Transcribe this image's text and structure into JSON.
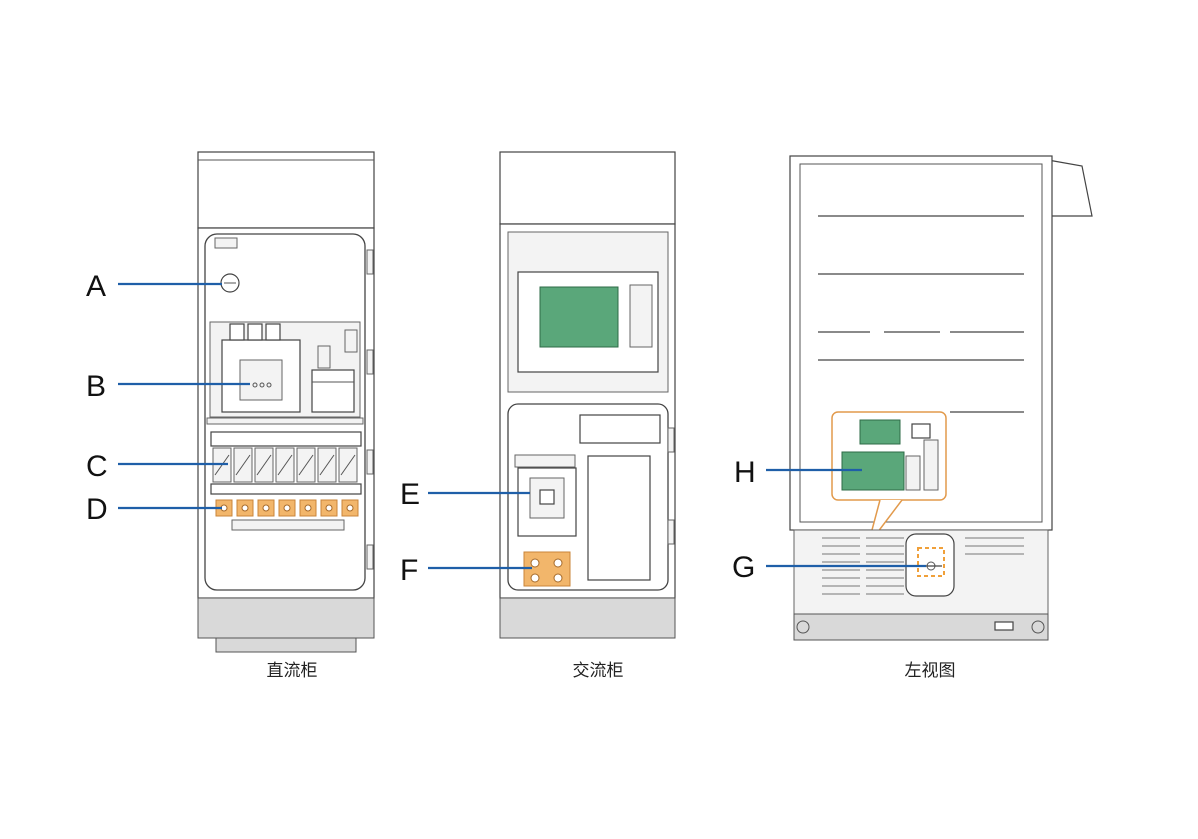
{
  "views": [
    {
      "caption": "直流柜"
    },
    {
      "caption": "交流柜"
    },
    {
      "caption": "左视图"
    }
  ],
  "callouts": [
    {
      "letter": "A"
    },
    {
      "letter": "B"
    },
    {
      "letter": "C"
    },
    {
      "letter": "D"
    },
    {
      "letter": "E"
    },
    {
      "letter": "F"
    },
    {
      "letter": "G"
    },
    {
      "letter": "H"
    }
  ],
  "colors": {
    "leader": "#1f5fa8",
    "board_green": "#5aa77a",
    "terminal_orange": "#f2b66b",
    "outline": "#444444"
  }
}
